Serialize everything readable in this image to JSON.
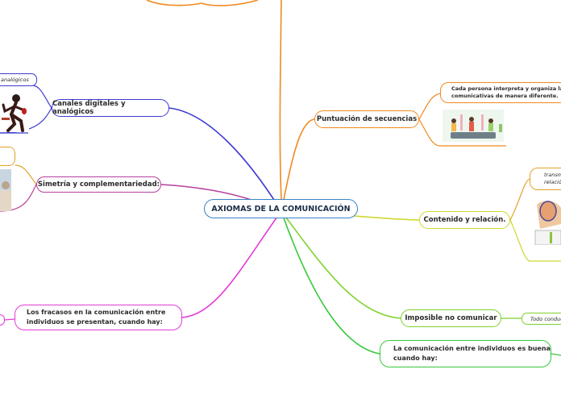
{
  "central": {
    "label": "AXIOMAS DE LA COMUNICACIÓN"
  },
  "branches": {
    "canales": {
      "label": "Canales digitales y analógicos",
      "note": "analógicos"
    },
    "simetria": {
      "label": "Simetría y complementariedad:"
    },
    "fracasos": {
      "label_line1": "Los fracasos en la comunicación entre",
      "label_line2": "individuos se presentan, cuando hay:"
    },
    "puntuacion": {
      "label": "Puntuación de secuencias",
      "note_line1": "Cada persona interpreta y organiza las interacciones",
      "note_line2": "comunicativas de manera diferente."
    },
    "contenido": {
      "label": "Contenido y relación.",
      "note_line1": "transmite",
      "note_line2": "relación"
    },
    "imposible": {
      "label": "Imposible no comunicar",
      "note": "Todo conducta"
    },
    "buena": {
      "label_line1": "La comunicación entre individuos es buena",
      "label_line2": "cuando hay:"
    }
  },
  "colors": {
    "central_border": "#3a83c6",
    "canales": "#3d3ad2",
    "simetria": "#b5409c",
    "fracasos": "#e43bd6",
    "puntuacion": "#f08a1e",
    "contenido": "#cfd832",
    "imposible": "#7fd12d",
    "buena": "#36c93a",
    "top_branch": "#f08a1e"
  },
  "icons": [
    "dancing-figure-image",
    "photo-image",
    "people-on-stage-image",
    "people-talking-image"
  ]
}
